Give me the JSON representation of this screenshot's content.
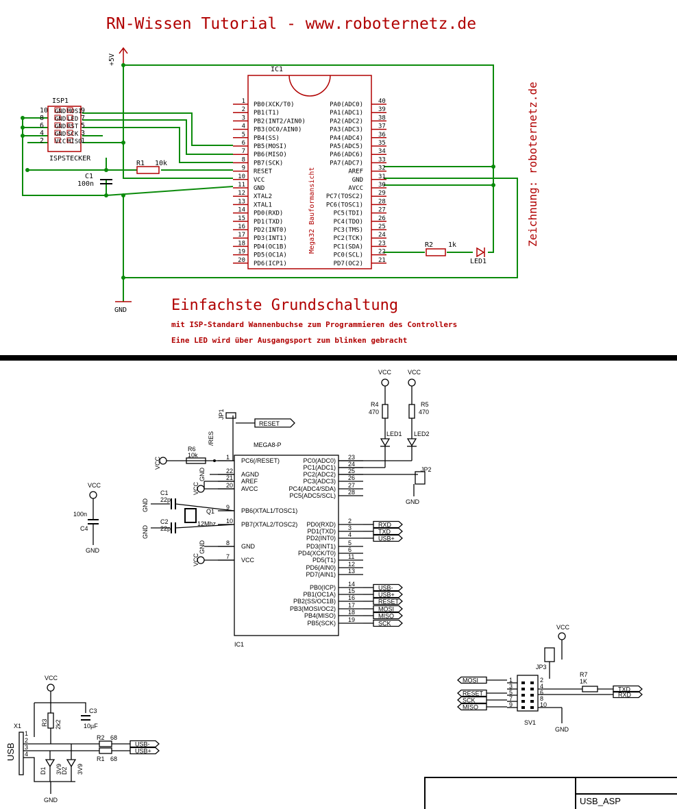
{
  "top": {
    "title": "RN-Wissen Tutorial  - www.roboternetz.de",
    "side_credit": "Zeichnung: roboternetz.de",
    "heading": "Einfachste Grundschaltung",
    "subtitle1": "mit ISP-Standard  Wannenbuchse zum Programmieren des Controllers",
    "subtitle2": "Eine LED wird über Ausgangsport zum blinken gebracht",
    "supply": "+5V",
    "gnd": "GND",
    "ic_name": "IC1",
    "ic_view": "Mega32 Bauformansicht",
    "isp_name": "ISP1",
    "isp_sub": "ISPSTECKER",
    "isp_pins_left": [
      "10",
      "8",
      "6",
      "4",
      "2"
    ],
    "isp_pins_right": [
      "9",
      "7",
      "5",
      "3",
      "1"
    ],
    "isp_inner": [
      "GND",
      "MOSI",
      "GND",
      "LED",
      "GND",
      "RST",
      "GND",
      "SCK",
      "VCC",
      "MISO"
    ],
    "r1": "R1",
    "r1_val": "10k",
    "c1": "C1",
    "c1_val": "100n",
    "r2": "R2",
    "r2_val": "1k",
    "led": "LED1",
    "left_pins": [
      {
        "n": "1",
        "name": "PB0(XCK/T0)"
      },
      {
        "n": "2",
        "name": "PB1(T1)"
      },
      {
        "n": "3",
        "name": "PB2(INT2/AIN0)"
      },
      {
        "n": "4",
        "name": "PB3(OC0/AIN0)"
      },
      {
        "n": "5",
        "name": "PB4(SS)"
      },
      {
        "n": "6",
        "name": "PB5(MOSI)"
      },
      {
        "n": "7",
        "name": "PB6(MISO)"
      },
      {
        "n": "8",
        "name": "PB7(SCK)"
      },
      {
        "n": "9",
        "name": "RESET"
      },
      {
        "n": "10",
        "name": "VCC"
      },
      {
        "n": "11",
        "name": "GND"
      },
      {
        "n": "12",
        "name": "XTAL2"
      },
      {
        "n": "13",
        "name": "XTAL1"
      },
      {
        "n": "14",
        "name": "PD0(RXD)"
      },
      {
        "n": "15",
        "name": "PD1(TXD)"
      },
      {
        "n": "16",
        "name": "PD2(INT0)"
      },
      {
        "n": "17",
        "name": "PD3(INT1)"
      },
      {
        "n": "18",
        "name": "PD4(OC1B)"
      },
      {
        "n": "19",
        "name": "PD5(OC1A)"
      },
      {
        "n": "20",
        "name": "PD6(ICP1)"
      }
    ],
    "right_pins": [
      {
        "n": "40",
        "name": "PA0(ADC0)"
      },
      {
        "n": "39",
        "name": "PA1(ADC1)"
      },
      {
        "n": "38",
        "name": "PA2(ADC2)"
      },
      {
        "n": "37",
        "name": "PA3(ADC3)"
      },
      {
        "n": "36",
        "name": "PA4(ADC4)"
      },
      {
        "n": "35",
        "name": "PA5(ADC5)"
      },
      {
        "n": "34",
        "name": "PA6(ADC6)"
      },
      {
        "n": "33",
        "name": "PA7(ADC7)"
      },
      {
        "n": "32",
        "name": "AREF"
      },
      {
        "n": "31",
        "name": "GND"
      },
      {
        "n": "30",
        "name": "AVCC"
      },
      {
        "n": "29",
        "name": "PC7(TOSC2)"
      },
      {
        "n": "28",
        "name": "PC6(TOSC1)"
      },
      {
        "n": "27",
        "name": "PC5(TDI)"
      },
      {
        "n": "26",
        "name": "PC4(TDO)"
      },
      {
        "n": "25",
        "name": "PC3(TMS)"
      },
      {
        "n": "24",
        "name": "PC2(TCK)"
      },
      {
        "n": "23",
        "name": "PC1(SDA)"
      },
      {
        "n": "22",
        "name": "PC0(SCL)"
      },
      {
        "n": "21",
        "name": "PD7(OC2)"
      }
    ]
  },
  "bottom": {
    "ic_name": "MEGA8-P",
    "ic_ref": "IC1",
    "vcc": "VCC",
    "gnd": "GND",
    "reset_net": "RESET",
    "res_label": "/RES",
    "jp1": "JP1",
    "jp2": "JP2",
    "jp3": "JP3",
    "r6": "R6",
    "r6_val": "10k",
    "r4": "R4",
    "r4_val": "470",
    "r5": "R5",
    "r5_val": "470",
    "r7": "R7",
    "r7_val": "1K",
    "r1": "R1",
    "r1_val": "68",
    "r2": "R2",
    "r2_val": "68",
    "r3": "R3",
    "r3_val": "2k2",
    "led1": "LED1",
    "led2": "LED2",
    "c1": "C1",
    "c1_val": "22p",
    "c2": "C2",
    "c2_val": "22p",
    "c3": "C3",
    "c3_val": "10µF",
    "c4": "C4",
    "c4_val": "100n",
    "q1": "Q1",
    "q1_val": "12Mhz",
    "d1": "D1",
    "d2": "D2",
    "d_val": "3V9",
    "x1": "X1",
    "usb": "USB",
    "sv1": "SV1",
    "mcu_left": [
      {
        "n": "1",
        "name": "PC6(/RESET)"
      },
      {
        "n": "22",
        "name": "AGND"
      },
      {
        "n": "21",
        "name": "AREF"
      },
      {
        "n": "20",
        "name": "AVCC"
      },
      {
        "n": "9",
        "name": "PB6(XTAL1/TOSC1)"
      },
      {
        "n": "10",
        "name": "PB7(XTAL2/TOSC2)"
      },
      {
        "n": "8",
        "name": "GND"
      },
      {
        "n": "7",
        "name": "VCC"
      }
    ],
    "mcu_right": [
      {
        "n": "23",
        "name": "PC0(ADC0)"
      },
      {
        "n": "24",
        "name": "PC1(ADC1)"
      },
      {
        "n": "25",
        "name": "PC2(ADC2)"
      },
      {
        "n": "26",
        "name": "PC3(ADC3)"
      },
      {
        "n": "27",
        "name": "PC4(ADC4/SDA)"
      },
      {
        "n": "28",
        "name": "PC5(ADC5/SCL)"
      },
      {
        "n": "2",
        "name": "PD0(RXD)"
      },
      {
        "n": "3",
        "name": "PD1(TXD)"
      },
      {
        "n": "4",
        "name": "PD2(INT0)"
      },
      {
        "n": "5",
        "name": "PD3(INT1)"
      },
      {
        "n": "6",
        "name": "PD4(XCK/T0)"
      },
      {
        "n": "11",
        "name": "PD5(T1)"
      },
      {
        "n": "12",
        "name": "PD6(AIN0)"
      },
      {
        "n": "13",
        "name": "PD7(AIN1)"
      },
      {
        "n": "14",
        "name": "PB0(ICP)"
      },
      {
        "n": "15",
        "name": "PB1(OC1A)"
      },
      {
        "n": "16",
        "name": "PB2(SS/OC1B)"
      },
      {
        "n": "17",
        "name": "PB3(MOSI/OC2)"
      },
      {
        "n": "18",
        "name": "PB4(MISO)"
      },
      {
        "n": "19",
        "name": "PB5(SCK)"
      }
    ],
    "flags_pd": [
      "RXD",
      "TXD",
      "USB+"
    ],
    "flags_pb": [
      "USB-",
      "USB+",
      "RESET",
      "MOSI",
      "MISO",
      "SCK"
    ],
    "usb_flags": [
      "USB-",
      "USB+"
    ],
    "sv_left": [
      "MOSI",
      "RESET",
      "SCK",
      "MISO"
    ],
    "sv_right": [
      "TXD",
      "RXD"
    ],
    "sv_pins_left": [
      "1",
      "3",
      "5",
      "7",
      "9"
    ],
    "sv_pins_right": [
      "2",
      "4",
      "6",
      "8",
      "10"
    ],
    "x1_pins": [
      "1",
      "2",
      "3",
      "4"
    ],
    "title_block": "USB_ASP"
  }
}
